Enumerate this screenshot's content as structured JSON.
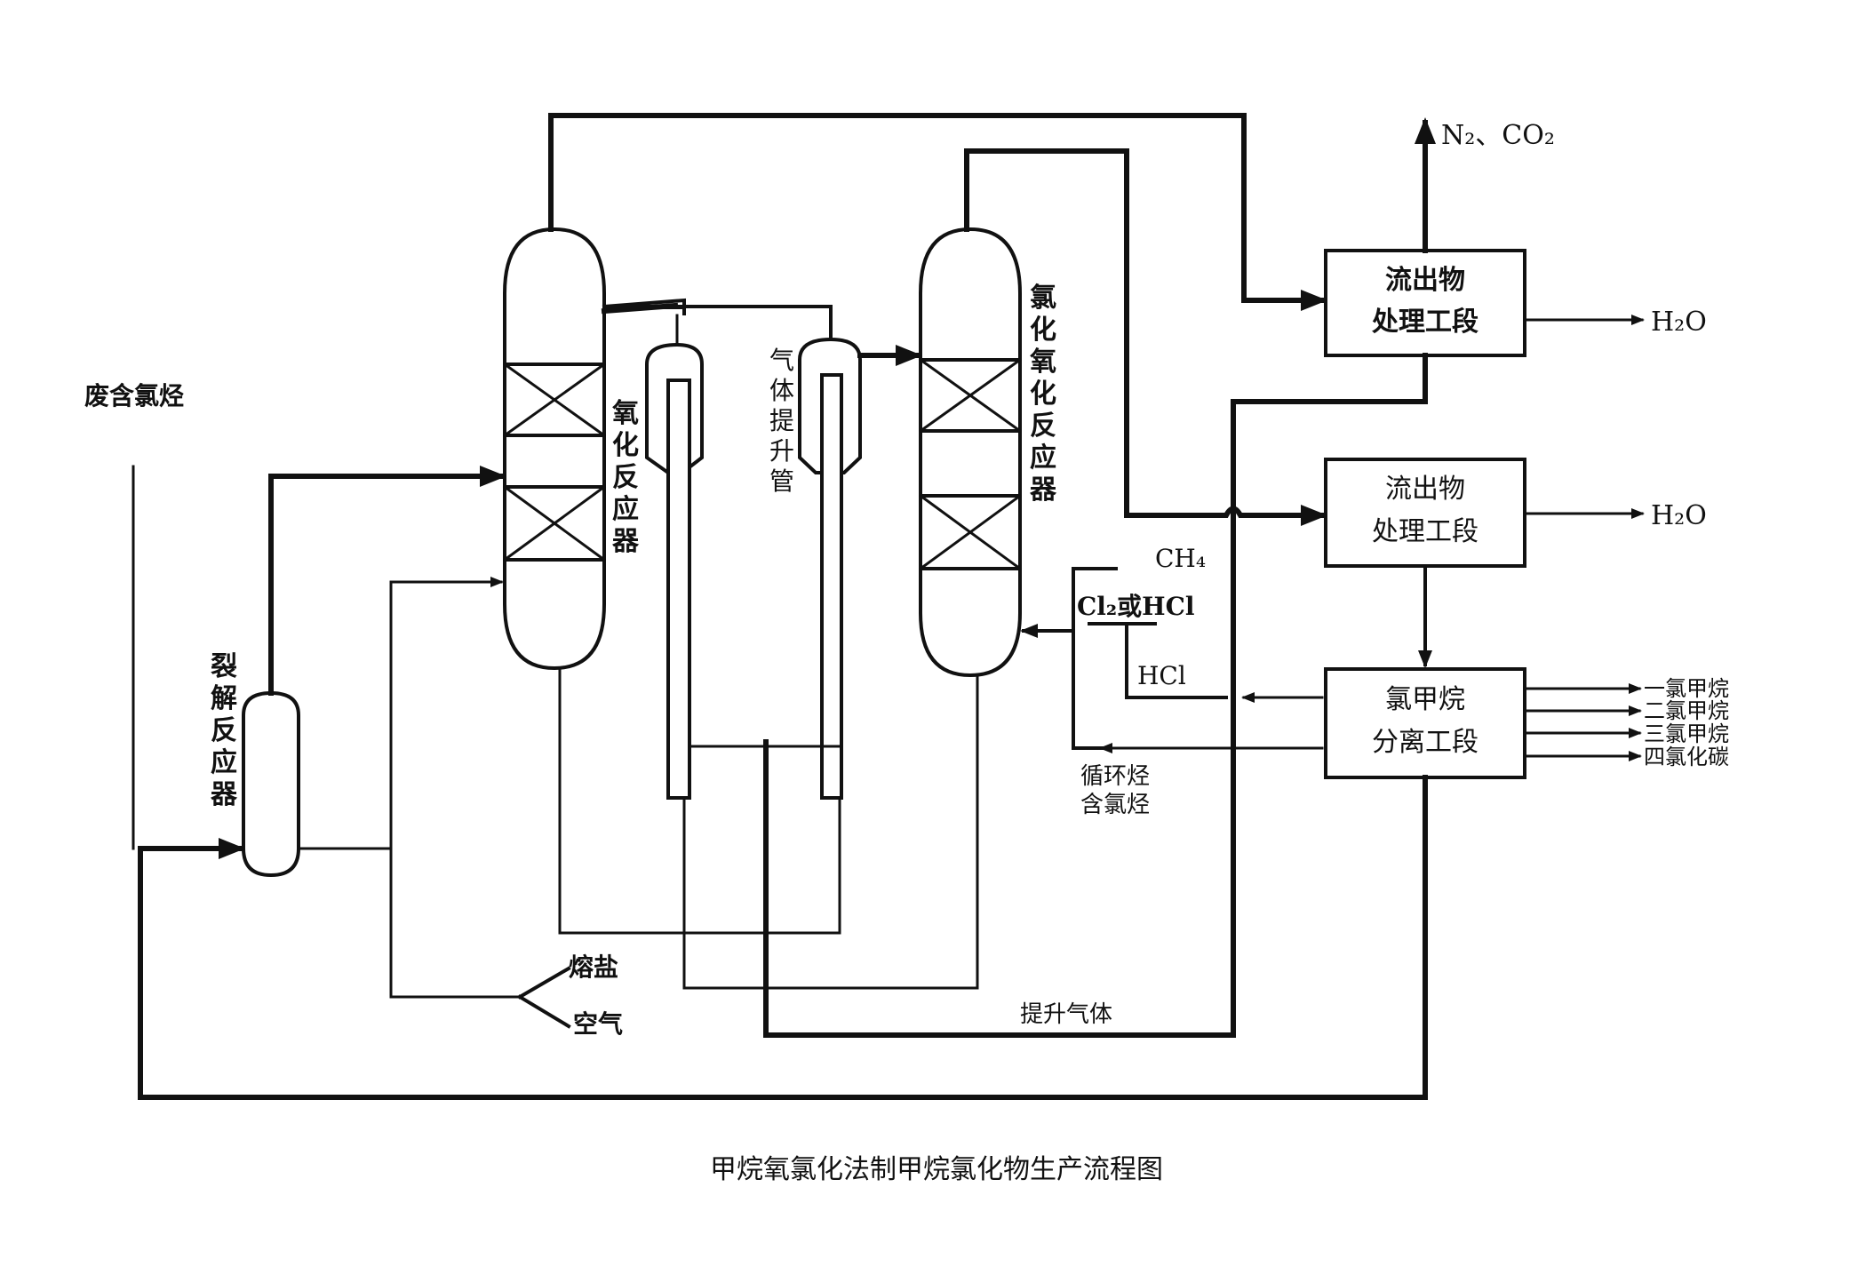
{
  "caption": "甲烷氧氯化法制甲烷氯化物生产流程图",
  "equipment": {
    "oxidation_reactor": "氧化反应器",
    "oxychlorination_reactor": "氯化氧化反应器",
    "cracking_reactor": "裂解反应器",
    "gas_lift_pipe": "气体提升管"
  },
  "process_units": [
    {
      "line1": "流出物",
      "line2": "处理工段",
      "output": "H₂O"
    },
    {
      "line1": "流出物",
      "line2": "处理工段",
      "output": "H₂O"
    },
    {
      "line1": "氯甲烷",
      "line2": "分离工段"
    }
  ],
  "streams": {
    "vent": "N₂、CO₂",
    "waste_feed": "废含氯烃",
    "ch4": "CH₄",
    "cl2_or_hcl": "Cl₂或HCl",
    "hcl": "HCl",
    "recycle_1": "循环烃",
    "recycle_2": "含氯烃",
    "molten_salt": "熔盐",
    "air": "空气",
    "lift_gas": "提升气体"
  },
  "products": [
    "一氯甲烷",
    "二氯甲烷",
    "三氯甲烷",
    "四氯化碳"
  ]
}
